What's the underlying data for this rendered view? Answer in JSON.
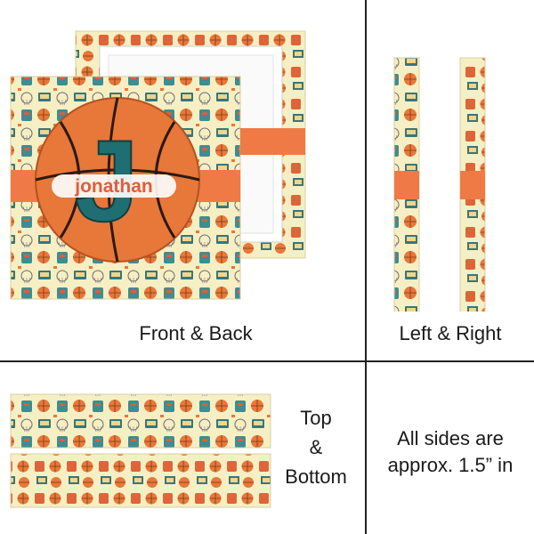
{
  "panels": {
    "front_back": {
      "caption": "Front & Back",
      "monogram_letter": "J",
      "name": "jonathan"
    },
    "left_right": {
      "caption": "Left & Right"
    },
    "top_bottom": {
      "caption_line1": "Top",
      "caption_line2": "&",
      "caption_line3": "Bottom"
    },
    "note": {
      "line1": "All sides are",
      "line2": "approx. 1.5” in"
    }
  },
  "colors": {
    "pattern_bg": "#f7efc4",
    "basketball": "#e8773a",
    "band": "#ef7a45",
    "monogram": "#1f6e72",
    "divider": "#222222"
  },
  "icons": [
    "basketball-icon",
    "jersey-icon",
    "hoop-icon",
    "scoreboard-icon",
    "whistle-icon",
    "court-icon"
  ]
}
